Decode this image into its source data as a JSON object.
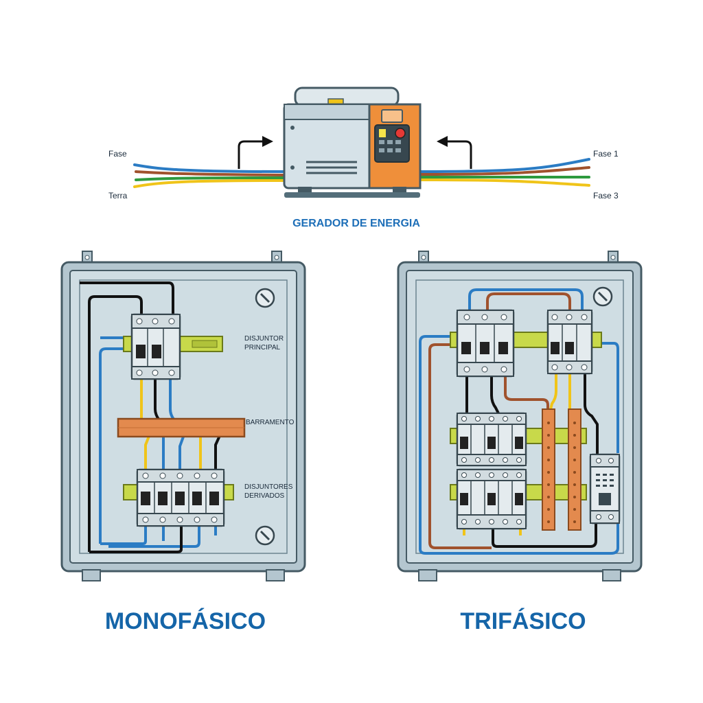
{
  "generator": {
    "caption": "GERADOR DE ENERGIA",
    "left_labels": {
      "top": "Fase",
      "bottom": "Terra"
    },
    "right_labels": {
      "top": "Fase 1",
      "bottom": "Fase 3"
    }
  },
  "mono": {
    "title": "MONOFÁSICO",
    "main_breaker_label": [
      "DISJUNTOR",
      "PRINCIPAL"
    ],
    "busbar_label": "BARRAMENTO",
    "branch_label": [
      "DISJUNTORES",
      "DERIVADOS"
    ]
  },
  "tri": {
    "title": "TRIFÁSICO"
  },
  "colors": {
    "panel_frame": "#b4c6cf",
    "panel_inner": "#cfdde3",
    "wire_blue": "#2b7cc4",
    "wire_black": "#111111",
    "wire_yellow": "#f0c419",
    "wire_green": "#2e9a3e",
    "wire_brown": "#a0522d",
    "copper_bus": "#e38a4e",
    "din_rail": "#c8d94a",
    "generator_orange": "#ef8f3a",
    "title_blue": "#1565a8"
  }
}
